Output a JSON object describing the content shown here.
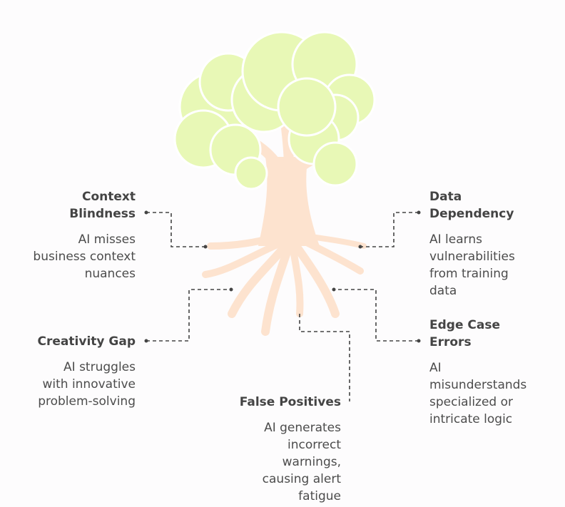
{
  "colors": {
    "foliage": "#e8f8b6",
    "foliage_outline": "#ffffff",
    "trunk": "#fde3cf",
    "connector": "#444444",
    "text": "#4a4a4a"
  },
  "items": {
    "context": {
      "title": "Context\nBlindness",
      "desc": "AI misses\nbusiness context\nnuances"
    },
    "data": {
      "title": "Data\nDependency",
      "desc": "AI learns\nvulnerabilities\nfrom training\ndata"
    },
    "creativity": {
      "title": "Creativity Gap",
      "desc": "AI struggles\nwith innovative\nproblem-solving"
    },
    "edge": {
      "title": "Edge Case\nErrors",
      "desc": "AI\nmisunderstands\nspecialized or\nintricate logic"
    },
    "false": {
      "title": "False Positives",
      "desc": "AI generates\nincorrect\nwarnings,\ncausing alert\nfatigue"
    }
  }
}
